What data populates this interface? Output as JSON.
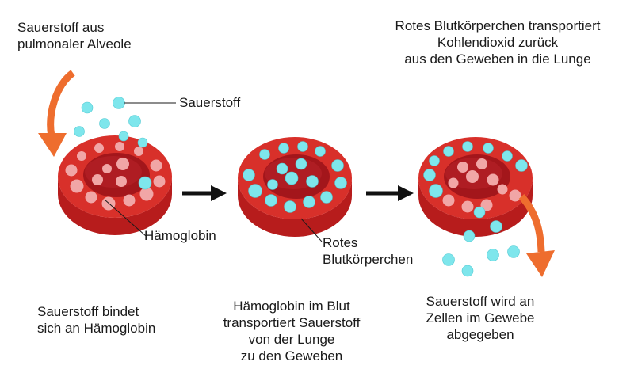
{
  "colors": {
    "cell_outer": "#d8302a",
    "cell_side": "#b71c1c",
    "cell_inner": "#a3161b",
    "cell_inner_top": "#b9242a",
    "oxygen": "#7ee6ec",
    "hemoglobin": "#f1a6a6",
    "arrow_orange": "#ee6d2e",
    "arrow_black": "#111111",
    "text": "#1a1a1a"
  },
  "icons": {
    "bind_arrow": "curved-arrow-down-icon",
    "release_arrow": "curved-arrow-down-icon",
    "step_arrow": "right-arrow-icon"
  },
  "labels": {
    "oxygen_source": "Sauerstoff aus\npulmonaler Alveole",
    "co2_transport": "Rotes Blutkörperchen transportiert\nKohlendioxid zurück\naus den Geweben in die Lunge",
    "oxygen": "Sauerstoff",
    "hemoglobin": "Hämoglobin",
    "red_blood_cell": "Rotes\nBlutkörperchen",
    "step_bind": "Sauerstoff bindet\nsich an Hämoglobin",
    "step_transport": "Hämoglobin im Blut\ntransportiert Sauerstoff\nvon der Lunge\nzu den Geweben",
    "step_release": "Sauerstoff wird an\nZellen im Gewebe\nabgegeben"
  }
}
